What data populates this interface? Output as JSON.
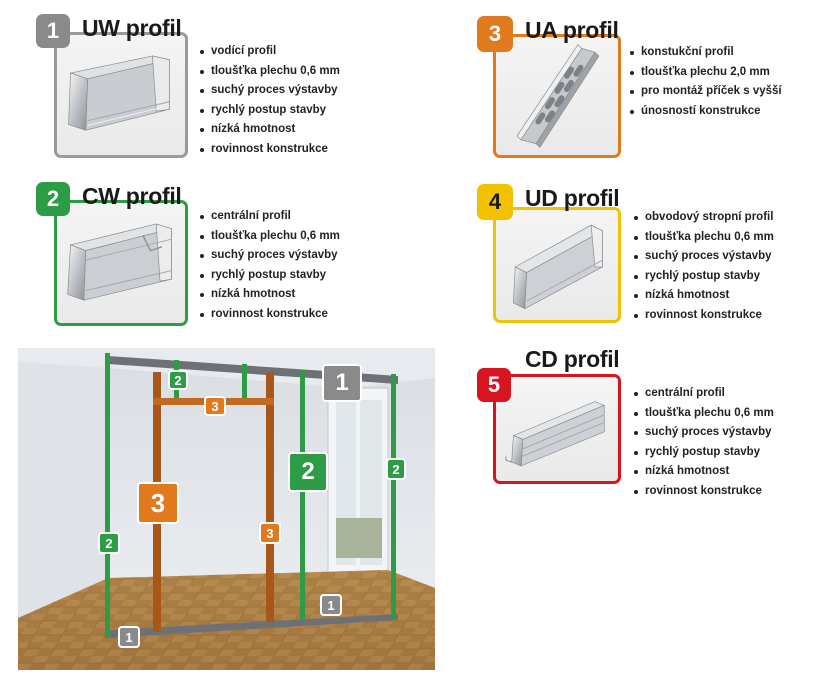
{
  "colors": {
    "uw": "#8a8a8a",
    "cw": "#2e9b47",
    "ua": "#e07a1d",
    "ud": "#f2c200",
    "cd": "#d7141f"
  },
  "profiles": [
    {
      "number": "1",
      "title": "UW profil",
      "features": [
        "vodící profil",
        "tloušťka plechu 0,6 mm",
        "suchý proces výstavby",
        "rychlý postup stavby",
        "nízká hmotnost",
        "rovinnost konstrukce"
      ]
    },
    {
      "number": "2",
      "title": "CW profil",
      "features": [
        "centrální profil",
        "tloušťka plechu 0,6 mm",
        "suchý proces výstavby",
        "rychlý postup stavby",
        "nízká hmotnost",
        "rovinnost konstrukce"
      ]
    },
    {
      "number": "3",
      "title": "UA profil",
      "features": [
        "konstukční profil",
        "tloušťka plechu 2,0 mm",
        "pro montáž příček s vyšší",
        "únosností konstrukce"
      ]
    },
    {
      "number": "4",
      "title": "UD profil",
      "features": [
        "obvodový stropní profil",
        "tloušťka plechu 0,6 mm",
        "suchý proces výstavby",
        "rychlý postup stavby",
        "nízká hmotnost",
        "rovinnost konstrukce"
      ]
    },
    {
      "number": "5",
      "title": "CD profil",
      "features": [
        "centrální profil",
        "tloušťka plechu 0,6 mm",
        "suchý proces výstavby",
        "rychlý postup stavby",
        "nízká hmotnost",
        "rovinnost konstrukce"
      ]
    }
  ],
  "scene_tags": {
    "uw": "1",
    "cw": "2",
    "ua": "3"
  }
}
